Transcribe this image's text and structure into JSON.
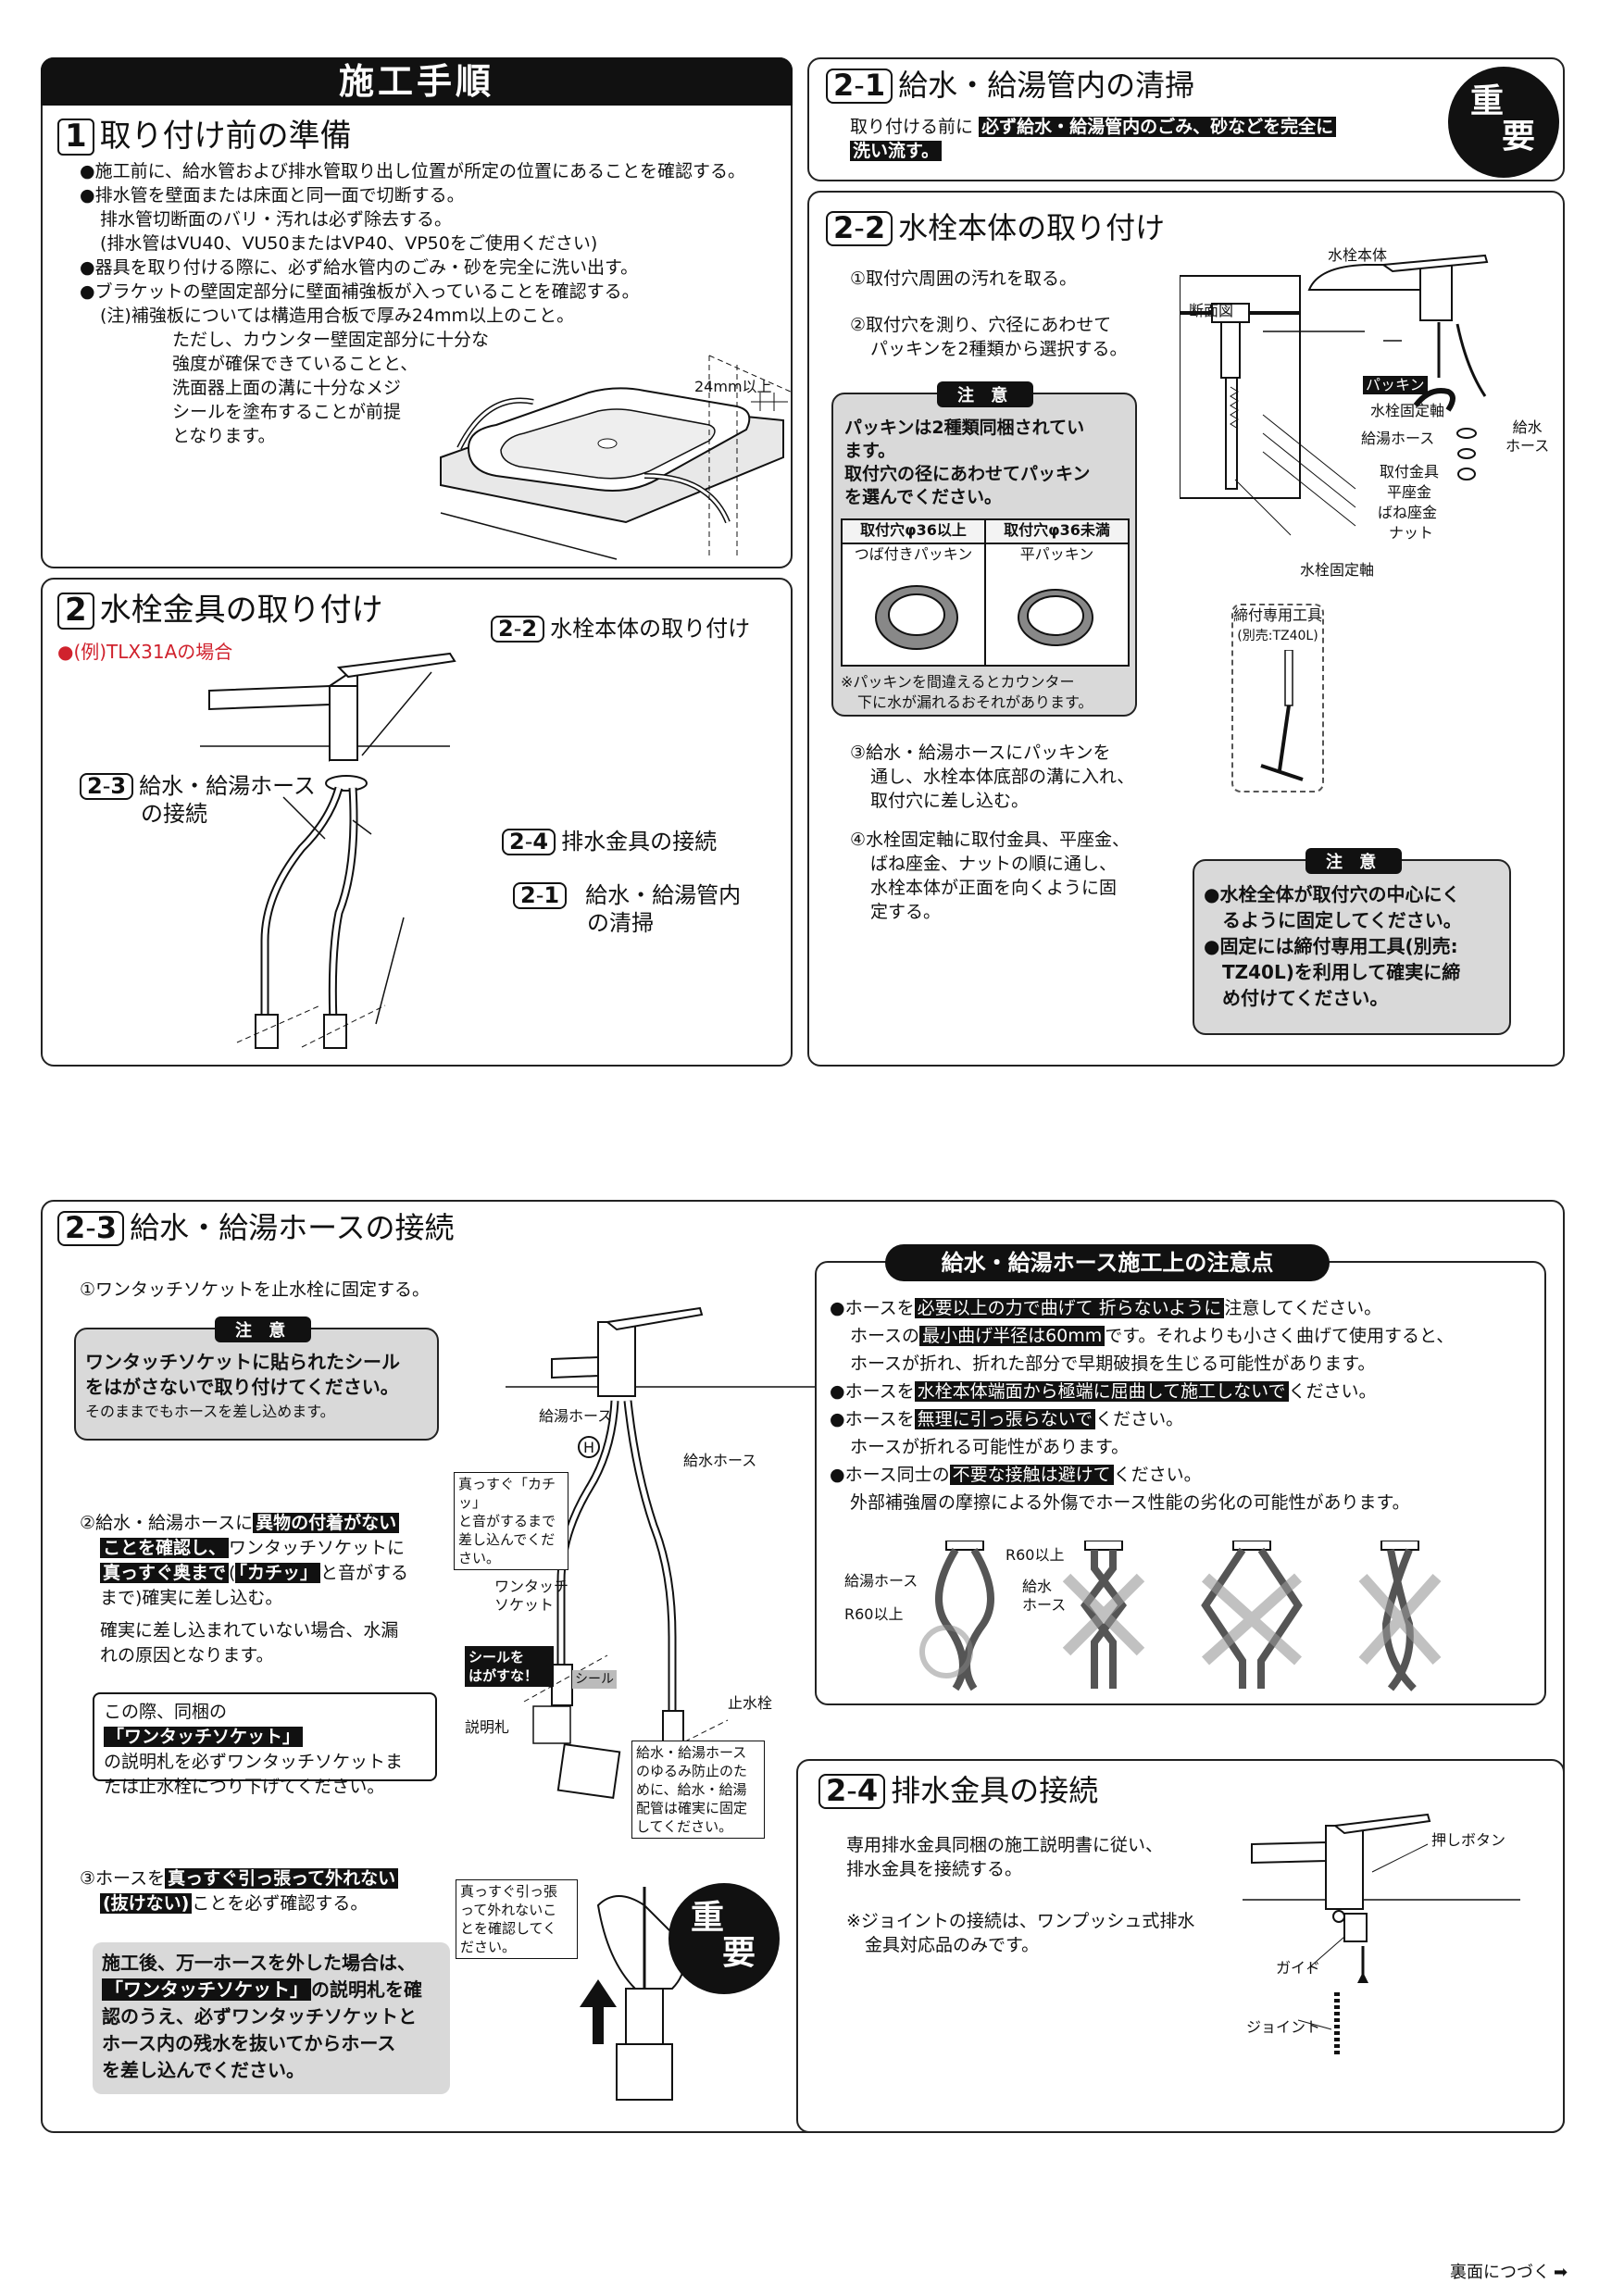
{
  "header": {
    "title": "施工手順"
  },
  "s1": {
    "num": "1",
    "title": "取り付け前の準備",
    "bullets": [
      "●施工前に、給水管および排水管取り出し位置が所定の位置にあることを確認する。",
      "●排水管を壁面または床面と同一面で切断する。",
      "排水管切断面のバリ・汚れは必ず除去する。",
      "(排水管はVU40、VU50またはVP40、VP50をご使用ください)",
      "●器具を取り付ける際に、必ず給水管内のごみ・砂を完全に洗い出す。",
      "●ブラケットの壁固定部分に壁面補強板が入っていることを確認する。",
      "(注)補強板については構造用合板で厚み24mm以上のこと。",
      "ただし、カウンター壁固定部分に十分な",
      "強度が確保できていることと、",
      "洗面器上面の溝に十分なメジ",
      "シールを塗布することが前提",
      "となります。"
    ],
    "dim_label": "24mm以上"
  },
  "s2": {
    "num": "2",
    "title": "水栓金具の取り付け",
    "example": "●(例)TLX31Aの場合",
    "ref22": {
      "num": "2",
      "sub": "2",
      "text": "水栓本体の取り付け"
    },
    "ref23": {
      "num": "2",
      "sub": "3",
      "text1": "給水・給湯ホース",
      "text2": "の接続"
    },
    "ref24": {
      "num": "2",
      "sub": "4",
      "text": "排水金具の接続"
    },
    "ref21": {
      "num": "2",
      "sub": "1",
      "text1": "給水・給湯管内",
      "text2": "の清掃"
    }
  },
  "s21": {
    "num": "2",
    "sub": "1",
    "title": "給水・給湯管内の清掃",
    "lead": "取り付ける前に",
    "hl1": "必ず給水・給湯管内のごみ、砂などを完全に",
    "hl2": "洗い流す。",
    "juyo1": "重",
    "juyo2": "要"
  },
  "s22": {
    "num": "2",
    "sub": "2",
    "title": "水栓本体の取り付け",
    "step1": "①取付穴周囲の汚れを取る。",
    "step2a": "②取付穴を測り、穴径にあわせて",
    "step2b": "パッキンを2種類から選択する。",
    "caution_tag": "注 意",
    "caution_l1": "パッキンは2種類同梱されてい",
    "caution_l2": "ます。",
    "caution_l3": "取付穴の径にあわせてパッキン",
    "caution_l4": "を選んでください。",
    "table_h1": "取付穴φ36以上",
    "table_h2": "取付穴φ36未満",
    "table_c1": "つば付きパッキン",
    "table_c2": "平パッキン",
    "table_note1": "※パッキンを間違えるとカウンター",
    "table_note2": "下に水が漏れるおそれがあります。",
    "step3a": "③給水・給湯ホースにパッキンを",
    "step3b": "通し、水栓本体底部の溝に入れ、",
    "step3c": "取付穴に差し込む。",
    "step4a": "④水栓固定軸に取付金具、平座金、",
    "step4b": "ばね座金、ナットの順に通し、",
    "step4c": "水栓本体が正面を向くように固",
    "step4d": "定する。",
    "caution2_tag": "注 意",
    "caution2_l1": "●水栓全体が取付穴の中心にく",
    "caution2_l2": "るように固定してください。",
    "caution2_l3": "●固定には締付専用工具(別売:",
    "caution2_l4": "TZ40L)を利用して確実に締",
    "caution2_l5": "め付けてください。",
    "lbl_body": "水栓本体",
    "lbl_section": "断面図",
    "lbl_packing": "パッキン",
    "lbl_axis": "水栓固定軸",
    "lbl_hot": "給湯ホース",
    "lbl_cold1": "給水",
    "lbl_cold2": "ホース",
    "lbl_bracket": "取付金具",
    "lbl_washer": "平座金",
    "lbl_spring": "ばね座金",
    "lbl_nut": "ナット",
    "lbl_axis2": "水栓固定軸",
    "tool1": "締付専用工具",
    "tool2": "(別売:TZ40L)"
  },
  "s23": {
    "num": "2",
    "sub": "3",
    "title": "給水・給湯ホースの接続",
    "step1": "①ワンタッチソケットを止水栓に固定する。",
    "caution_tag": "注 意",
    "caution_l1": "ワンタッチソケットに貼られたシール",
    "caution_l2": "をはがさないで取り付けてください。",
    "caution_l3": "そのままでもホースを差し込めます。",
    "step2_pre": "②給水・給湯ホースに",
    "step2_hl1": "異物の付着がない",
    "step2_hl2": "ことを確認し、",
    "step2_t2": "ワンタッチソケットに",
    "step2_hl3": "真っすぐ奥まで",
    "step2_t3a": "(",
    "step2_hl4": "「カチッ」",
    "step2_t3b": "と音がする",
    "step2_t4": "まで)確実に差し込む。",
    "step2_n1": "確実に差し込まれていない場合、水漏",
    "step2_n2": "れの原因となります。",
    "box_l1a": "この際、同梱の",
    "box_hl": "「ワンタッチソケット」",
    "box_l2": "の説明札を必ずワンタッチソケットま",
    "box_l3": "たは止水栓につり下げてください。",
    "step3_pre": "③ホースを",
    "step3_hl1": "真っすぐ引っ張って外れない",
    "step3_hl2": "(抜けない)",
    "step3_t2": "ことを必ず確認する。",
    "grey_l1": "施工後、万一ホースを外した場合は、",
    "grey_hl": "「ワンタッチソケット」",
    "grey_l2b": "の説明札を確",
    "grey_l3": "認のうえ、必ずワンタッチソケットと",
    "grey_l4": "ホース内の残水を抜いてからホース",
    "grey_l5": "を差し込んでください。",
    "lbl_hot": "給湯ホース",
    "lbl_h": "H",
    "lbl_cold": "給水ホース",
    "lbl_click1": "真っすぐ「カチッ」",
    "lbl_click2": "と音がするまで",
    "lbl_click3": "差し込んでくだ",
    "lbl_click4": "さい。",
    "lbl_socket1": "ワンタッチ",
    "lbl_socket2": "ソケット",
    "lbl_seal1": "シールを",
    "lbl_seal2": "はがすな！",
    "lbl_seal3": "シール",
    "lbl_tag": "説明札",
    "lbl_stop": "止水栓",
    "lbl_slack1": "給水・給湯ホース",
    "lbl_slack2": "のゆるみ防止のた",
    "lbl_slack3": "めに、給水・給湯",
    "lbl_slack4": "配管は確実に固定",
    "lbl_slack5": "してください。",
    "lbl_pull1": "真っすぐ引っ張",
    "lbl_pull2": "って外れないこ",
    "lbl_pull3": "とを確認してく",
    "lbl_pull4": "ださい。",
    "juyo1": "重",
    "juyo2": "要"
  },
  "notes": {
    "title": "給水・給湯ホース施工上の注意点",
    "n1_pre": "●ホースを",
    "n1_hl": "必要以上の力で曲げて 折らないように",
    "n1_post": "注意してください。",
    "n1b_pre": "ホースの",
    "n1b_hl": "最小曲げ半径は60mm",
    "n1b_post": "です。それよりも小さく曲げて使用すると、",
    "n1c": "ホースが折れ、折れた部分で早期破損を生じる可能性があります。",
    "n2_pre": "●ホースを",
    "n2_hl": "水栓本体端面から極端に屈曲して施工しないで",
    "n2_post": "ください。",
    "n3_pre": "●ホースを",
    "n3_hl": "無理に引っ張らないで",
    "n3_post": "ください。",
    "n3b": "ホースが折れる可能性があります。",
    "n4_pre": "●ホース同士の",
    "n4_hl": "不要な接触は避けて",
    "n4_post": "ください。",
    "n4b": "外部補強層の摩擦による外傷でホース性能の劣化の可能性があります。",
    "lbl_hot": "給湯ホース",
    "lbl_r1": "R60以上",
    "lbl_cold1": "給水",
    "lbl_cold2": "ホース",
    "lbl_r2": "R60以上"
  },
  "s24": {
    "num": "2",
    "sub": "4",
    "title": "排水金具の接続",
    "l1": "専用排水金具同梱の施工説明書に従い、",
    "l2": "排水金具を接続する。",
    "n1": "※ジョイントの接続は、ワンプッシュ式排水",
    "n2": "金具対応品のみです。",
    "lbl_button": "押しボタン",
    "lbl_guide": "ガイド",
    "lbl_joint": "ジョイント"
  },
  "footer": {
    "text": "裏面につづく",
    "arrow": "➡"
  }
}
